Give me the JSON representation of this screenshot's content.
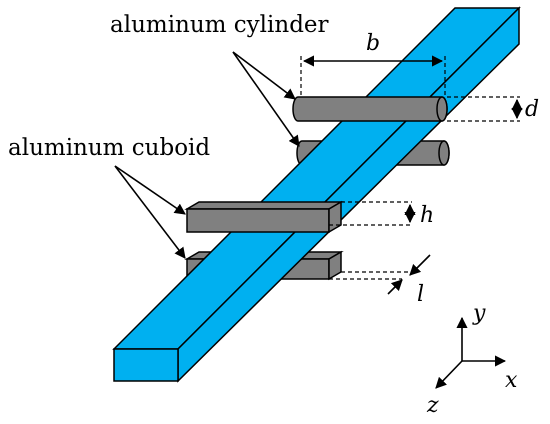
{
  "labels": {
    "cylinder": "aluminum cylinder",
    "cuboid": "aluminum cuboid",
    "b": "b",
    "d": "d",
    "h": "h",
    "l": "l",
    "axis_x": "x",
    "axis_y": "y",
    "axis_z": "z"
  },
  "colors": {
    "beam": "#00b0f0",
    "aluminum": "#808080",
    "outline": "#000000"
  }
}
